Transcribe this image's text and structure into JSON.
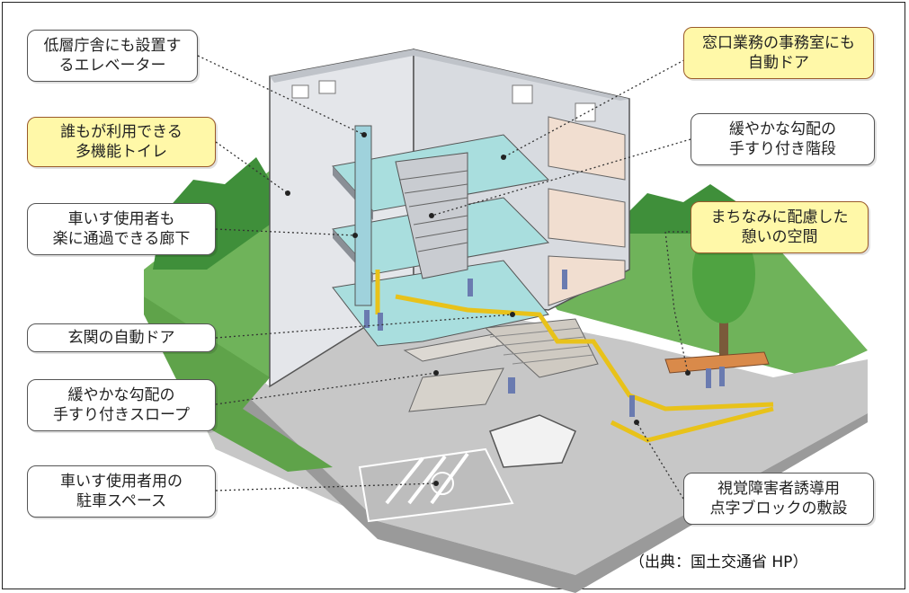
{
  "callouts": {
    "elevator": [
      "低層庁舎にも設置す",
      "るエレベーター"
    ],
    "toilet": [
      "誰もが利用できる",
      "多機能トイレ"
    ],
    "corridor": [
      "車いす使用者も",
      "楽に通過できる廊下"
    ],
    "entrance_door": [
      "玄関の自動ドア"
    ],
    "slope": [
      "緩やかな勾配の",
      "手すり付きスロープ"
    ],
    "parking": [
      "車いす使用者用の",
      "駐車スペース"
    ],
    "office_door": [
      "窓口業務の事務室にも",
      "自動ドア"
    ],
    "stairs": [
      "緩やかな勾配の",
      "手すり付き階段"
    ],
    "rest_space": [
      "まちなみに配慮した",
      "憩いの空間"
    ],
    "tactile_blocks": [
      "視覚障害者誘導用",
      "点字ブロックの敷設"
    ]
  },
  "credit": "（出典：国土交通省 HP）",
  "colors": {
    "highlight_fill": "#fff8a8",
    "highlight_border": "#9a5a2a",
    "grass": "#6fb35a",
    "floor": "#a9dede",
    "wall": "#e4e6ea",
    "pavement": "#c7c7c7",
    "tactile": "#e8c21a"
  }
}
